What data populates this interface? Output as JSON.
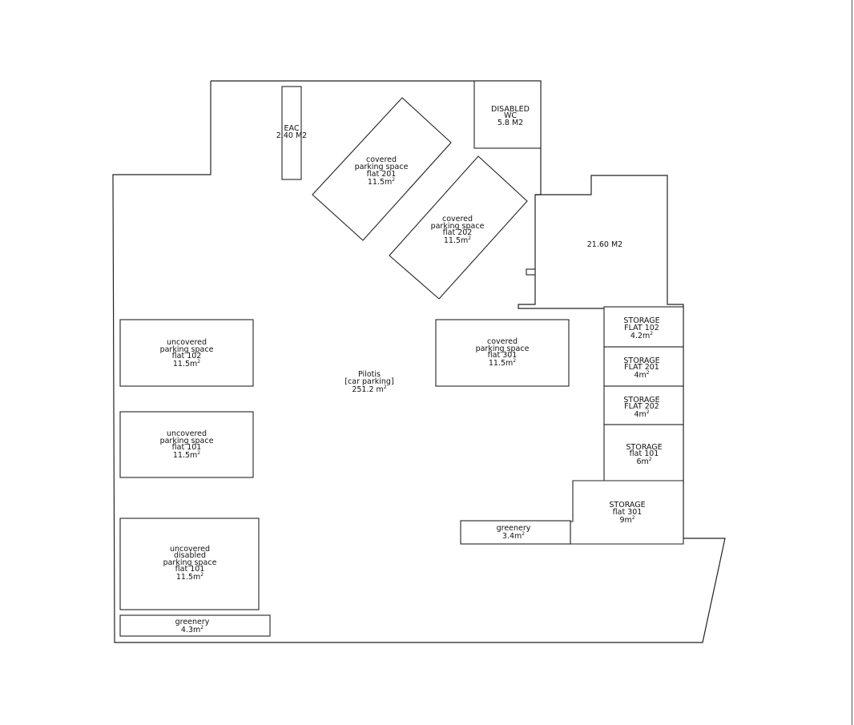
{
  "rooms": {
    "eac": {
      "lines": [
        "EAC",
        "2.40 M2"
      ]
    },
    "disabled_wc": {
      "lines": [
        "DISABLED",
        "WC",
        "5.8 M2"
      ]
    },
    "covered_201": {
      "lines": [
        "covered",
        "parking space",
        "flat 201",
        "11.5m"
      ],
      "sup": "2"
    },
    "covered_202": {
      "lines": [
        "covered",
        "parking space",
        "flat 202",
        "11.5m"
      ],
      "sup": "2"
    },
    "room_2160": {
      "lines": [
        "21.60 M2"
      ]
    },
    "uncovered_102": {
      "lines": [
        "uncovered",
        "parking space",
        "flat 102",
        "11.5m"
      ],
      "sup": "2"
    },
    "pilotis": {
      "lines": [
        "Pilotis",
        "[car parking]",
        "251.2 m"
      ],
      "sup": "2"
    },
    "covered_301": {
      "lines": [
        "covered",
        "parking space",
        "flat 301",
        "11.5m"
      ],
      "sup": "2"
    },
    "storage_102": {
      "lines": [
        "STORAGE",
        "FLAT 102",
        "4.2m"
      ],
      "sup": "2"
    },
    "storage_201": {
      "lines": [
        "STORAGE",
        "FLAT 201",
        "4m"
      ],
      "sup": "2"
    },
    "storage_202": {
      "lines": [
        "STORAGE",
        "FLAT 202",
        "4m"
      ],
      "sup": "2"
    },
    "storage_101": {
      "lines": [
        "STORAGE",
        "flat 101",
        "6m"
      ],
      "sup": "2"
    },
    "uncovered_101": {
      "lines": [
        "uncovered",
        "parking space",
        "flat 101",
        "11.5m"
      ],
      "sup": "2"
    },
    "storage_301": {
      "lines": [
        "STORAGE",
        "flat 301",
        "9m"
      ],
      "sup": "2"
    },
    "greenery_34": {
      "lines": [
        "greenery",
        "3.4m"
      ],
      "sup": "2"
    },
    "uncovered_disabled_101": {
      "lines": [
        "uncovered",
        "disabled",
        "parking space",
        "flat 101",
        "11.5m"
      ],
      "sup": "2"
    },
    "greenery_43": {
      "lines": [
        "greenery",
        "4.3m"
      ],
      "sup": "2"
    }
  }
}
